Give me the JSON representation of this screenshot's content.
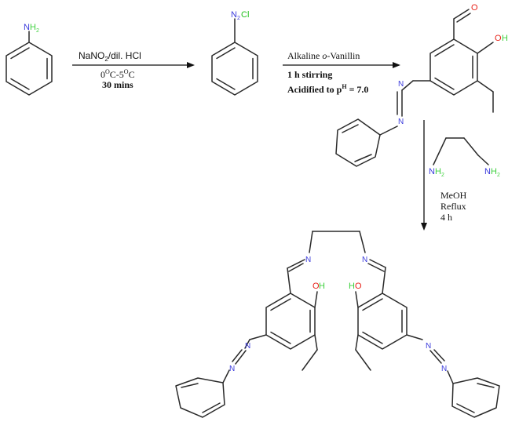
{
  "colors": {
    "bond": "#2a2a2a",
    "nitrogen": "#3b3bdc",
    "oxygen": "#e8231a",
    "hydrogen": "#3fd13f",
    "chlorine": "#23c01f",
    "text": "#111111"
  },
  "atoms": {
    "n": "N",
    "nh2_n": "N",
    "nh2_h": "H",
    "nh2_sub": "2",
    "n2": "N",
    "n2_sub": "2",
    "cl": "Cl",
    "o": "O",
    "oh_o": "O",
    "oh_h": "H",
    "h": "H",
    "ho_h": "H",
    "ho_o": "O"
  },
  "step1": {
    "reagent": "NaNO",
    "reagent_sub": "2",
    "reagent_rest": "/dil. HCl",
    "temp_a": "0",
    "temp_a_sup": "O",
    "temp_b": "C-5",
    "temp_b_sup": "O",
    "temp_c": "C",
    "time": "30 mins"
  },
  "step2": {
    "reagent_pre": "Alkaline ",
    "reagent_italic": "o",
    "reagent_post": "-Vanillin",
    "stirring": "1 h stirring",
    "acidified": "Acidified to p",
    "acidified_sup": "H",
    "acidified_post": " = 7.0"
  },
  "step3": {
    "solvent": "MeOH",
    "reflux": "Reflux",
    "time": "4 h"
  }
}
